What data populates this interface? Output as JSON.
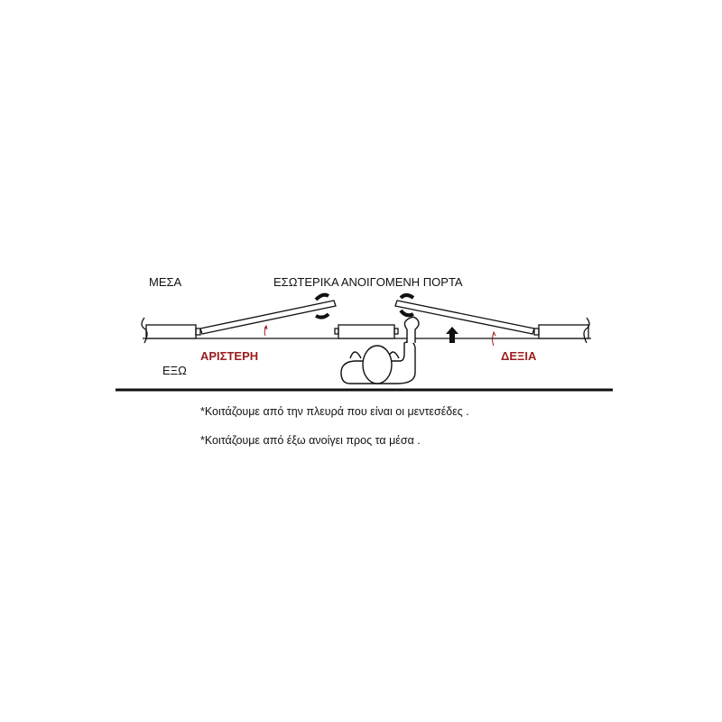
{
  "labels": {
    "inside": "ΜΕΣΑ",
    "outside": "ΕΞΩ",
    "title": "ΕΣΩΤΕΡΙΚΑ ΑΝΟΙΓΟΜΕΝΗ ΠΟΡΤΑ",
    "left": "ΑΡΙΣΤΕΡΗ",
    "right": "ΔΕΞΙΑ"
  },
  "notes": [
    "*Κοιτάζουμε από την πλευρά που είναι οι μεντεσέδες .",
    "*Κοιτάζουμε από έξω ανοίγει προς τα μέσα ."
  ],
  "colors": {
    "accent": "#9b1c1c",
    "line": "#111111"
  }
}
